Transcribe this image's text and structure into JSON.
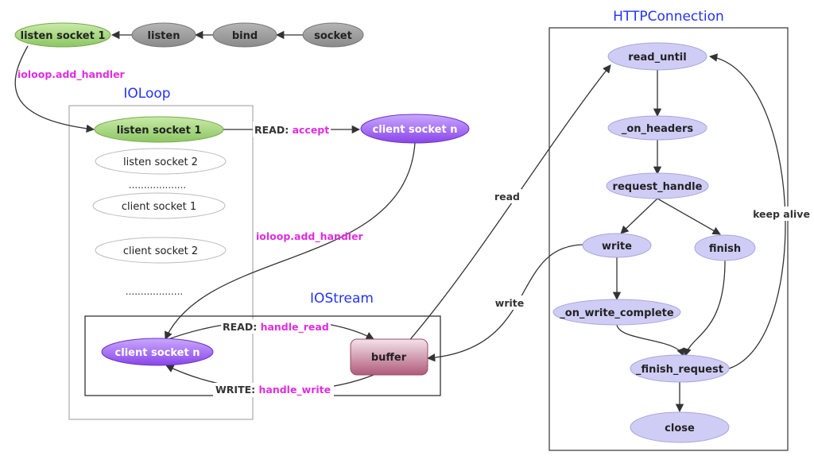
{
  "colors": {
    "green": "#9fd47a",
    "gray": "#9a9a9a",
    "purple": "#9b5cf0",
    "lavender": "#cfcdf5",
    "buffer": "#b8607e",
    "title": "#2233ff",
    "accent": "#e02de0"
  },
  "titles": {
    "http_connection": "HTTPConnection",
    "ioloop": "IOLoop",
    "iostream": "IOStream"
  },
  "setup": {
    "listen_socket": "listen socket 1",
    "listen": "listen",
    "bind": "bind",
    "socket": "socket",
    "add_handler_label": "ioloop.add_handler"
  },
  "ioloop": {
    "listen_socket_1": "listen socket 1",
    "listen_socket_2": "listen socket 2",
    "dots_1": "...................",
    "client_socket_1": "client socket 1",
    "client_socket_2": "client socket 2",
    "dots_2": "...................",
    "read_prefix": "READ: ",
    "read_action": "accept",
    "client_socket_n": "client socket n",
    "add_handler_label": "ioloop.add_handler"
  },
  "iostream": {
    "client_socket_n": "client socket n",
    "buffer": "buffer",
    "read_prefix": "READ: ",
    "read_action": "handle_read",
    "write_prefix": "WRITE: ",
    "write_action": "handle_write"
  },
  "http": {
    "read_until": "read_until",
    "on_headers": "_on_headers",
    "request_handle": "request_handle",
    "write": "write",
    "finish": "finish",
    "on_write_complete": "_on_write_complete",
    "finish_request": "_finish_request",
    "close": "close",
    "keep_alive": "keep alive",
    "read": "read",
    "write_edge": "write"
  }
}
